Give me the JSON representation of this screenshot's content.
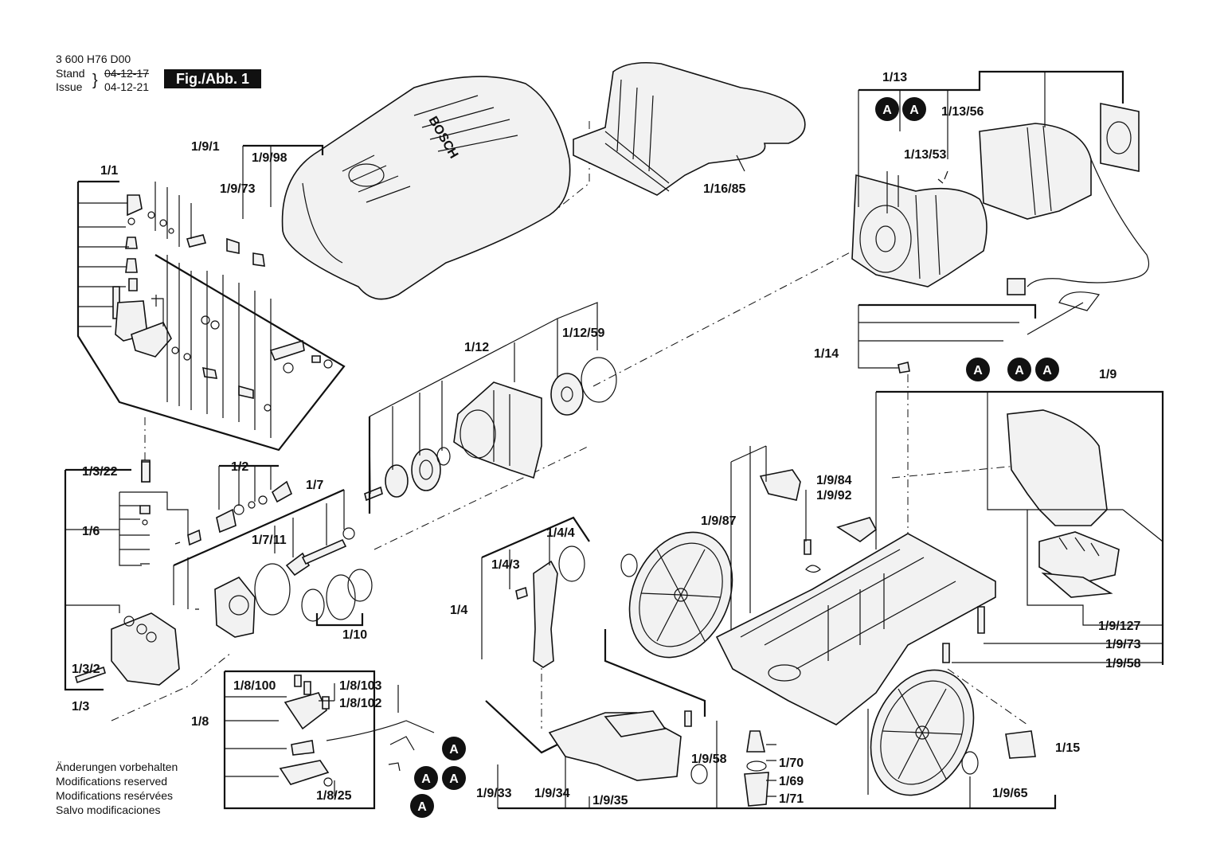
{
  "header": {
    "doc_number": "3 600 H76 D00",
    "stand_label": "Stand",
    "stand_date": "04-12-17",
    "issue_label": "Issue",
    "issue_date": "04-12-21",
    "figure": "Fig./Abb. 1"
  },
  "brand_text": "BOSCH",
  "marker_letter": "A",
  "labels": {
    "l_1_1": "1/1",
    "l_1_9_1": "1/9/1",
    "l_1_9_98": "1/9/98",
    "l_1_9_73_top": "1/9/73",
    "l_1_16_85": "1/16/85",
    "l_1_13": "1/13",
    "l_1_13_56": "1/13/56",
    "l_1_13_53": "1/13/53",
    "l_1_14": "1/14",
    "l_1_12": "1/12",
    "l_1_12_59": "1/12/59",
    "l_1_9": "1/9",
    "l_1_3_22": "1/3/22",
    "l_1_6": "1/6",
    "l_1_2": "1/2",
    "l_1_7": "1/7",
    "l_1_7_11": "1/7/11",
    "l_1_10": "1/10",
    "l_1_3_2": "1/3/2",
    "l_1_3": "1/3",
    "l_1_4_4": "1/4/4",
    "l_1_4_3": "1/4/3",
    "l_1_4": "1/4",
    "l_1_9_84": "1/9/84",
    "l_1_9_92": "1/9/92",
    "l_1_9_87": "1/9/87",
    "l_1_9_127": "1/9/127",
    "l_1_9_73": "1/9/73",
    "l_1_9_58_r": "1/9/58",
    "l_1_15": "1/15",
    "l_1_8_100": "1/8/100",
    "l_1_8_103": "1/8/103",
    "l_1_8_102": "1/8/102",
    "l_1_8": "1/8",
    "l_1_8_25": "1/8/25",
    "l_1_9_58_b": "1/9/58",
    "l_1_70": "1/70",
    "l_1_69": "1/69",
    "l_1_71": "1/71",
    "l_1_9_33": "1/9/33",
    "l_1_9_34": "1/9/34",
    "l_1_9_35": "1/9/35",
    "l_1_9_65": "1/9/65"
  },
  "notes": [
    "Änderungen vorbehalten",
    "Modifications reserved",
    "Modifications resérvées",
    "Salvo modificaciones"
  ]
}
